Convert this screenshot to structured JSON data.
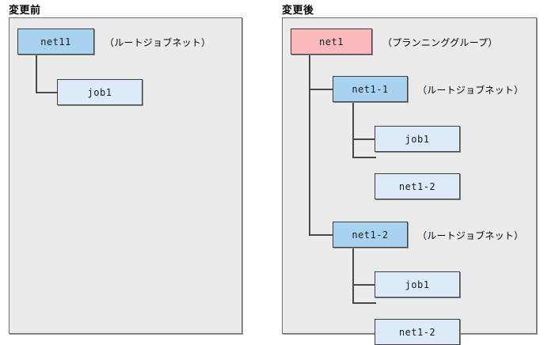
{
  "panels": {
    "before": {
      "title": "変更前",
      "nodes": [
        {
          "id": "net11",
          "label": "net11",
          "kind": "blue"
        },
        {
          "id": "job1",
          "label": "job1",
          "kind": "light"
        }
      ],
      "notes": [
        {
          "id": "net11-note",
          "text": "（ルートジョブネット）"
        }
      ]
    },
    "after": {
      "title": "変更後",
      "nodes": [
        {
          "id": "net1",
          "label": "net1",
          "kind": "pink"
        },
        {
          "id": "net1-1",
          "label": "net1-1",
          "kind": "blue"
        },
        {
          "id": "n11-job1",
          "label": "job1",
          "kind": "light"
        },
        {
          "id": "n11-net12",
          "label": "net1-2",
          "kind": "light"
        },
        {
          "id": "net1-2",
          "label": "net1-2",
          "kind": "blue"
        },
        {
          "id": "n12-job1",
          "label": "job1",
          "kind": "light"
        },
        {
          "id": "n12-net12",
          "label": "net1-2",
          "kind": "light"
        }
      ],
      "notes": [
        {
          "id": "net1-note",
          "text": "（プランニンググループ）"
        },
        {
          "id": "net1-1-note",
          "text": "（ルートジョブネット）"
        },
        {
          "id": "net1-2-note",
          "text": "（ルートジョブネット）"
        }
      ]
    }
  },
  "colors": {
    "panel_background": "#ebebeb",
    "panel_border": "#6e6e6e",
    "node_blue": "#a8d3f0",
    "node_light_blue": "#ddeaf9",
    "node_pink": "#fbb9bd",
    "connector": "#4a4a4a",
    "text": "#1a1a1a"
  }
}
